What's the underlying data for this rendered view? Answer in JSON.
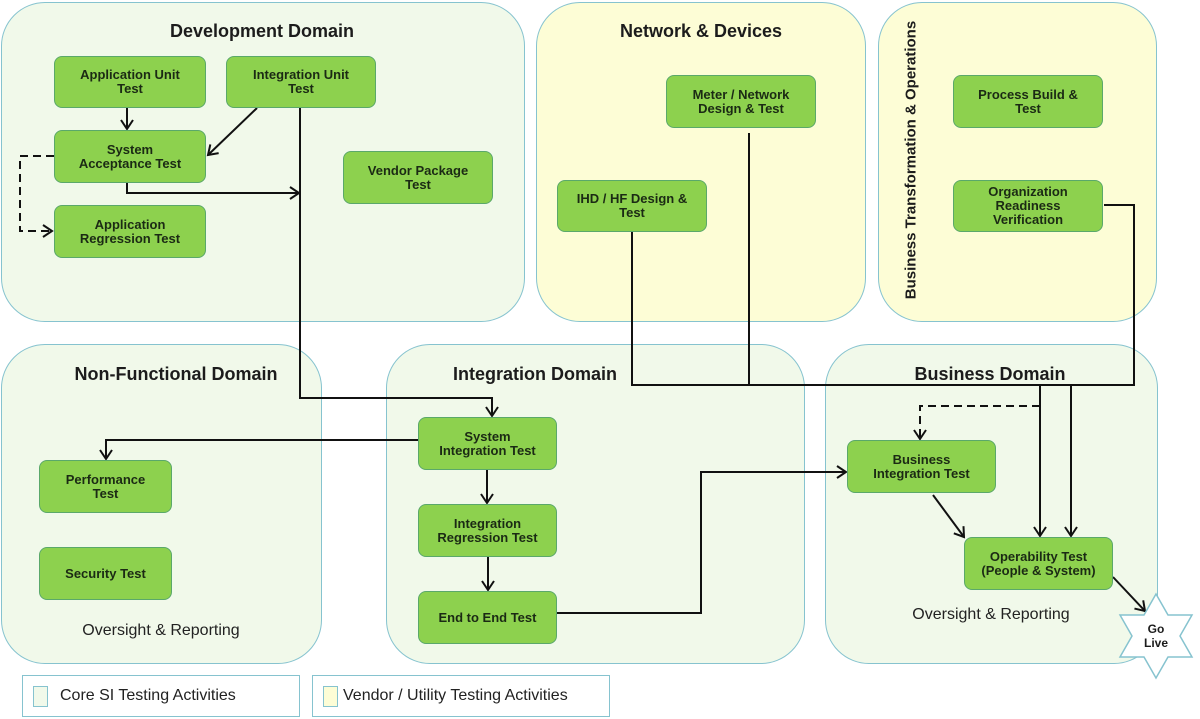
{
  "domains": {
    "development": {
      "title": "Development Domain",
      "category": "core"
    },
    "network": {
      "title": "Network & Devices",
      "category": "vendor"
    },
    "bto": {
      "title": "Business Transformation & Operations",
      "category": "vendor"
    },
    "non_functional": {
      "title": "Non-Functional Domain",
      "category": "core",
      "footer": "Oversight & Reporting"
    },
    "integration": {
      "title": "Integration Domain",
      "category": "core"
    },
    "business": {
      "title": "Business Domain",
      "category": "core",
      "footer": "Oversight & Reporting"
    }
  },
  "activities": {
    "application_unit_test": "Application Unit\nTest",
    "integration_unit_test": "Integration Unit\nTest",
    "system_acceptance_test": "System\nAcceptance Test",
    "application_regression_test": "Application\nRegression Test",
    "vendor_package_test": "Vendor Package\nTest",
    "meter_network_design_test": "Meter / Network\nDesign & Test",
    "ihd_hf_design_test": "IHD / HF Design &\nTest",
    "process_build_test": "Process Build &\nTest",
    "organization_readiness_verification": "Organization\nReadiness\nVerification",
    "performance_test": "Performance\nTest",
    "security_test": "Security Test",
    "system_integration_test": "System\nIntegration Test",
    "integration_regression_test": "Integration\nRegression Test",
    "end_to_end_test": "End to End Test",
    "business_integration_test": "Business\nIntegration Test",
    "operability_test": "Operability Test\n(People & System)"
  },
  "go_live": "Go\nLive",
  "connections": [
    {
      "from": "Application Unit Test",
      "to": "System Acceptance Test",
      "style": "solid"
    },
    {
      "from": "Integration Unit Test",
      "to": "System Acceptance Test",
      "style": "solid"
    },
    {
      "from": "System Acceptance Test",
      "to": "Integration Unit Test line",
      "style": "solid"
    },
    {
      "from": "System Acceptance Test",
      "to": "Application Regression Test",
      "style": "dashed"
    },
    {
      "from": "Integration Unit Test",
      "to": "System Integration Test",
      "style": "solid"
    },
    {
      "from": "System Integration Test",
      "to": "Performance Test",
      "style": "solid"
    },
    {
      "from": "System Integration Test",
      "to": "Integration Regression Test",
      "style": "solid"
    },
    {
      "from": "Integration Regression Test",
      "to": "End to End Test",
      "style": "solid"
    },
    {
      "from": "End to End Test",
      "to": "Business Integration Test",
      "style": "solid"
    },
    {
      "from": "IHD / HF Design & Test",
      "to": "Operability Test",
      "style": "solid"
    },
    {
      "from": "Meter / Network Design & Test",
      "to": "Operability Test",
      "style": "solid"
    },
    {
      "from": "Organization Readiness Verification",
      "to": "Operability Test",
      "style": "solid"
    },
    {
      "from": "Network & Devices",
      "to": "Business Integration Test",
      "style": "dashed"
    },
    {
      "from": "Business Integration Test",
      "to": "Operability Test",
      "style": "solid"
    },
    {
      "from": "Operability Test",
      "to": "Go Live",
      "style": "solid"
    }
  ],
  "legend": [
    {
      "label": "Core SI Testing Activities",
      "color": "#f1f9ea"
    },
    {
      "label": "Vendor / Utility Testing Activities",
      "color": "#fdfdd6"
    }
  ]
}
